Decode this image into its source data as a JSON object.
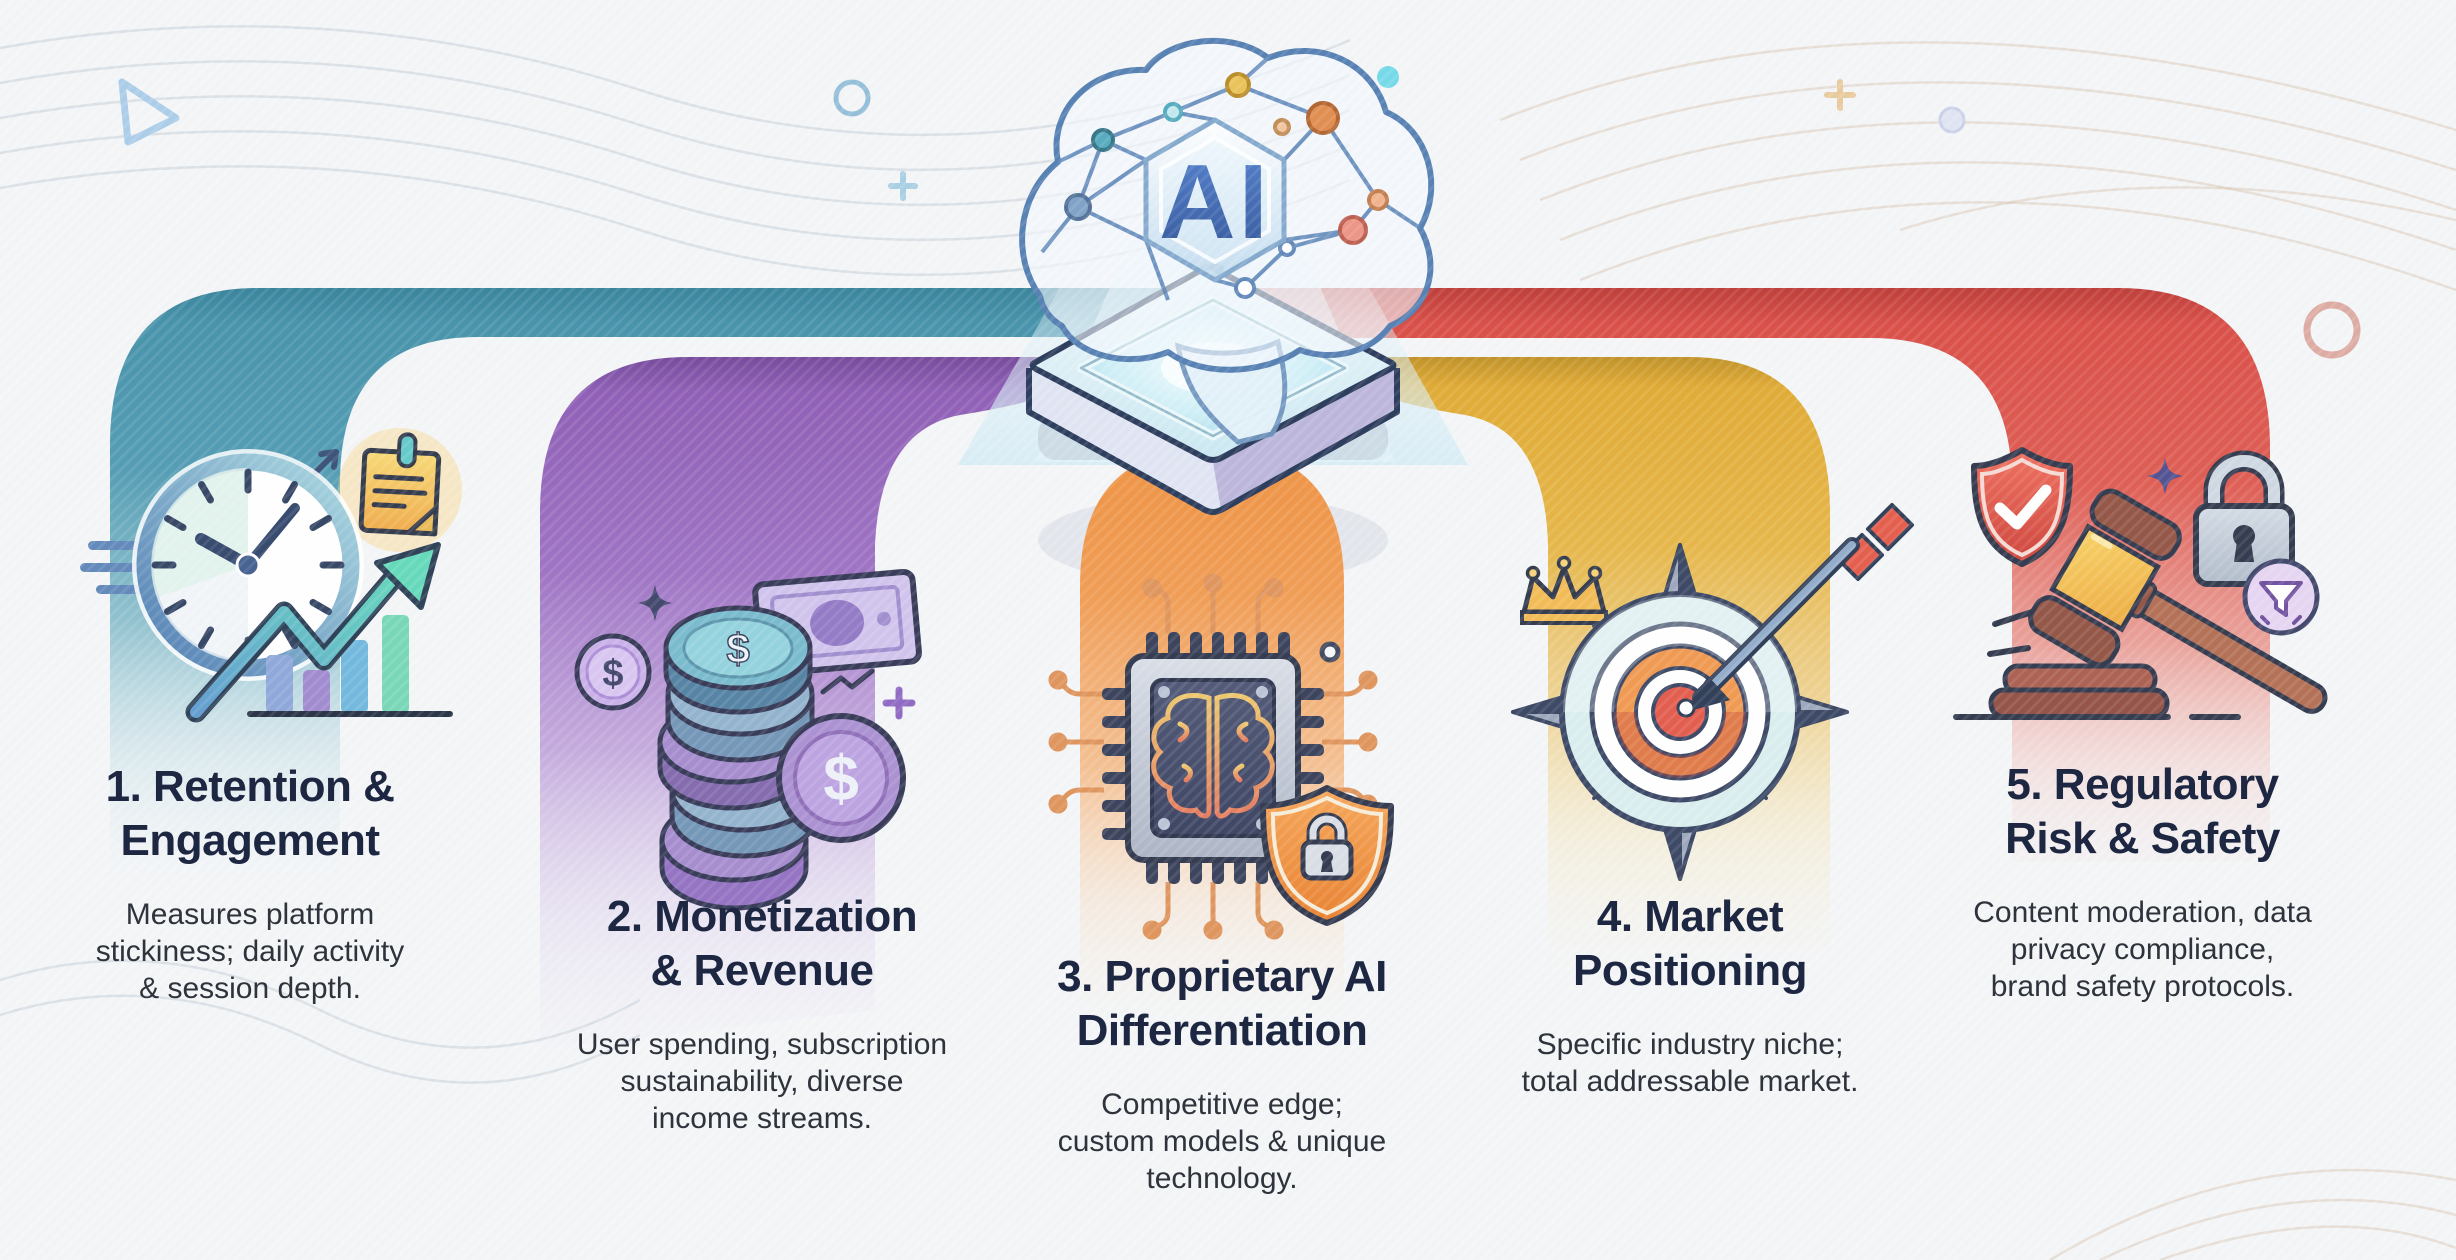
{
  "center": {
    "label": "AI",
    "icon": "ai-brain-network-on-chip-platform"
  },
  "branches": [
    {
      "number": "1",
      "title": "1. Retention & Engagement",
      "title_lines": [
        "1. Retention &",
        "Engagement"
      ],
      "description": "Measures platform stickiness; daily activity & session depth.",
      "desc_lines": [
        "Measures platform",
        "stickiness; daily activity",
        "& session depth."
      ],
      "color": "#3f8ea7",
      "icon": "clock-growth-chart-icon"
    },
    {
      "number": "2",
      "title": "2. Monetization & Revenue",
      "title_lines": [
        "2. Monetization",
        "& Revenue"
      ],
      "description": "User spending, subscription sustainability, diverse income streams.",
      "desc_lines": [
        "User spending, subscription",
        "sustainability, diverse",
        "income streams."
      ],
      "color": "#8a57b2",
      "icon": "coins-banknote-icon"
    },
    {
      "number": "3",
      "title": "3. Proprietary AI Differentiation",
      "title_lines": [
        "3. Proprietary AI",
        "Differentiation"
      ],
      "description": "Competitive edge; custom models & unique technology.",
      "desc_lines": [
        "Competitive edge;",
        "custom models & unique",
        "technology."
      ],
      "color": "#ef8f3b",
      "icon": "ai-chip-shield-icon"
    },
    {
      "number": "4",
      "title": "4. Market Positioning",
      "title_lines": [
        "4. Market",
        "Positioning"
      ],
      "description": "Specific industry niche; total addressable market.",
      "desc_lines": [
        "Specific industry niche;",
        "total addressable market."
      ],
      "color": "#dfa72c",
      "icon": "target-compass-crown-icon"
    },
    {
      "number": "5",
      "title": "5. Regulatory Risk & Safety",
      "title_lines": [
        "5. Regulatory",
        "Risk & Safety"
      ],
      "description": "Content moderation, data privacy compliance, brand safety protocols.",
      "desc_lines": [
        "Content moderation, data",
        "privacy compliance,",
        "brand safety protocols."
      ],
      "color": "#d8473f",
      "icon": "gavel-shield-lock-icon"
    }
  ],
  "palette": {
    "background": "#f3f5f7",
    "branch_teal": "#3f8ea7",
    "branch_purple": "#8a57b2",
    "branch_orange": "#ef8f3b",
    "branch_yellow": "#dfa72c",
    "branch_red": "#d8473f",
    "title_text": "#1d2742",
    "body_text": "#2e333c",
    "ai_text": "#3b67b8"
  }
}
